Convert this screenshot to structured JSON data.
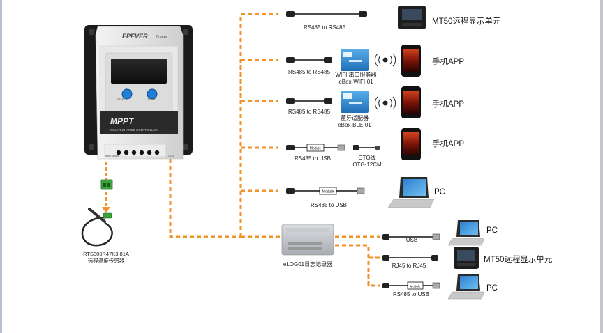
{
  "controller": {
    "brand": "EPEVER",
    "model": "Tracer",
    "title": "MPPT",
    "subtitle": "SOLAR CHARGE CONTROLLER",
    "btn_select": "SELECT",
    "btn_enter": "ENTER",
    "port_label": "Temp Sensor",
    "com_label": "COM"
  },
  "sensor": {
    "line1": "RTS300R47K3.81A",
    "line2": "远程温度传感器"
  },
  "links": [
    {
      "cable": "RS485 to RS485",
      "device": "MT50远程显示单元"
    },
    {
      "cable": "RS485 to RS485",
      "adapter_l1": "WIFI 串口服务器",
      "adapter_l2": "eBox-WIFI-01",
      "device": "手机APP"
    },
    {
      "cable": "RS485 to RS485",
      "adapter_l1": "蓝牙适配器",
      "adapter_l2": "eBox-BLE-01",
      "device": "手机APP"
    },
    {
      "cable": "RS485 to USB",
      "adapter_l1": "OTG线",
      "adapter_l2": "OTG-12CM",
      "device": "手机APP"
    },
    {
      "cable": "RS485 to USB",
      "device": "PC"
    }
  ],
  "logger": {
    "name": "eLOG01日志记录器",
    "links": [
      {
        "cable": "USB",
        "device": "PC"
      },
      {
        "cable": "RJ45 to RJ45",
        "device": "MT50远程显示单元"
      },
      {
        "cable": "RS485 to USB",
        "device": "PC"
      }
    ]
  },
  "module_label": "Module",
  "colors": {
    "connector": "#f0932b",
    "panel": "#1c1c1c"
  }
}
